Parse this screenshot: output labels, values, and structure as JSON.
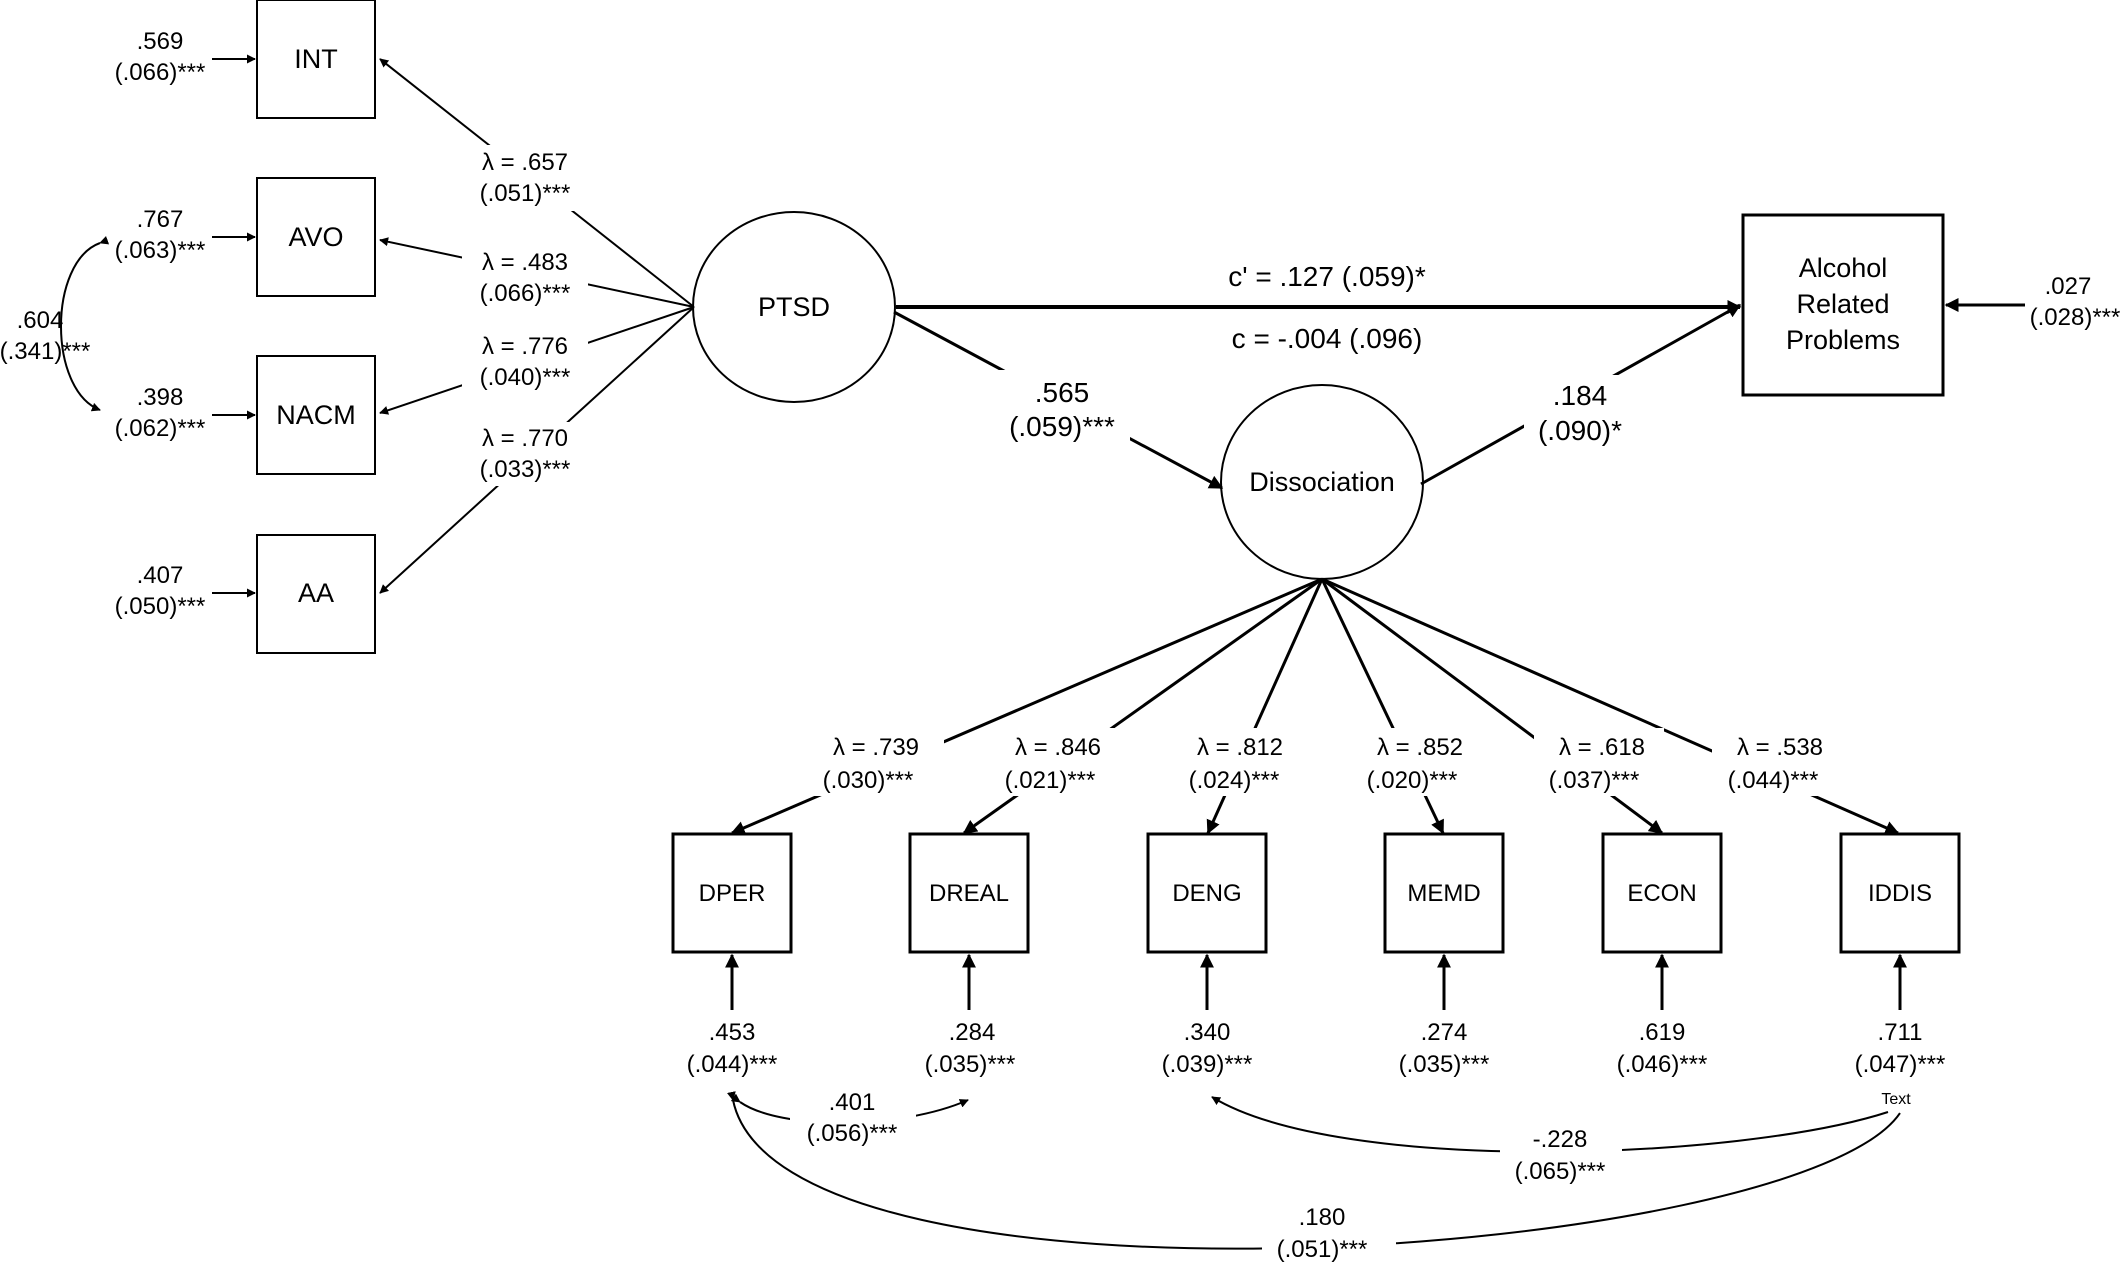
{
  "ptsd_indicators": {
    "int": {
      "label": "INT",
      "resid": ".569",
      "resid_se": "(.066)***"
    },
    "avo": {
      "label": "AVO",
      "resid": ".767",
      "resid_se": "(.063)***"
    },
    "nacm": {
      "label": "NACM",
      "resid": ".398",
      "resid_se": "(.062)***"
    },
    "aa": {
      "label": "AA",
      "resid": ".407",
      "resid_se": "(.050)***"
    }
  },
  "ptsd_loadings": {
    "int": {
      "value": "λ = .657",
      "se": "(.051)***"
    },
    "avo": {
      "value": "λ = .483",
      "se": "(.066)***"
    },
    "nacm": {
      "value": "λ = .776",
      "se": "(.040)***"
    },
    "aa": {
      "value": "λ = .770",
      "se": "(.033)***"
    }
  },
  "avo_nacm_covariance": {
    "value": ".604",
    "se": "(.341)***"
  },
  "latents": {
    "ptsd": "PTSD",
    "dissociation": "Dissociation"
  },
  "outcome": {
    "line1": "Alcohol",
    "line2": "Related",
    "line3": "Problems",
    "resid": ".027",
    "resid_se": "(.028)***"
  },
  "paths": {
    "direct": "c' = .127 (.059)*",
    "total": "c = -.004 (.096)",
    "a_value": ".565",
    "a_se": "(.059)***",
    "b_value": ".184",
    "b_se": "(.090)*"
  },
  "dissociation_indicators": {
    "dper": {
      "label": "DPER",
      "loading": "λ = .739",
      "loading_se": "(.030)***",
      "resid": ".453",
      "resid_se": "(.044)***"
    },
    "dreal": {
      "label": "DREAL",
      "loading": "λ = .846",
      "loading_se": "(.021)***",
      "resid": ".284",
      "resid_se": "(.035)***"
    },
    "deng": {
      "label": "DENG",
      "loading": "λ = .812",
      "loading_se": "(.024)***",
      "resid": ".340",
      "resid_se": "(.039)***"
    },
    "memd": {
      "label": "MEMD",
      "loading": "λ = .852",
      "loading_se": "(.020)***",
      "resid": ".274",
      "resid_se": "(.035)***"
    },
    "econ": {
      "label": "ECON",
      "loading": "λ = .618",
      "loading_se": "(.037)***",
      "resid": ".619",
      "resid_se": "(.046)***"
    },
    "iddis": {
      "label": "IDDIS",
      "loading": "λ = .538",
      "loading_se": "(.044)***",
      "resid": ".711",
      "resid_se": "(.047)***"
    }
  },
  "residual_covariances": {
    "dper_dreal": {
      "value": ".401",
      "se": "(.056)***"
    },
    "deng_iddis": {
      "value": "-.228",
      "se": "(.065)***"
    },
    "dper_iddis": {
      "value": ".180",
      "se": "(.051)***"
    }
  },
  "stray_text": "Text"
}
